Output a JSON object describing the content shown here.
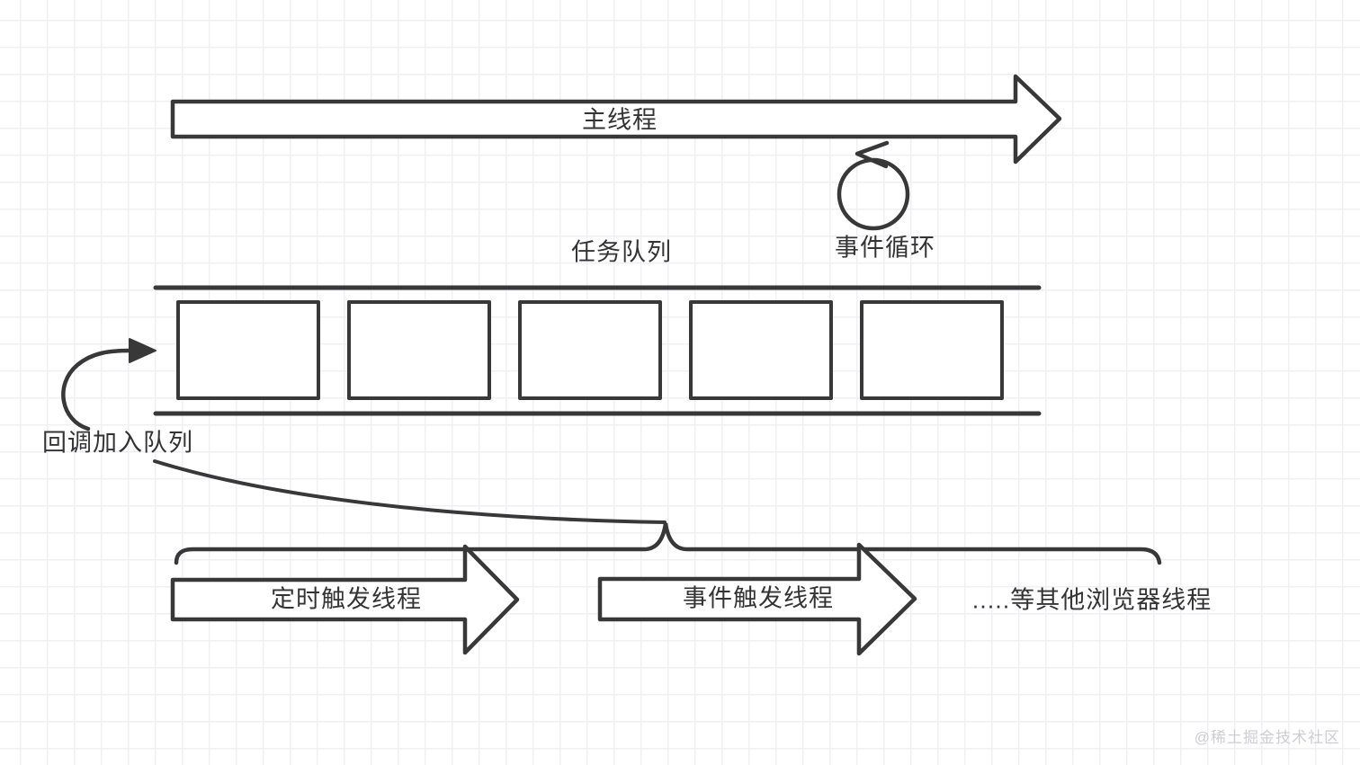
{
  "labels": {
    "main_thread": "主线程",
    "task_queue": "任务队列",
    "event_loop": "事件循环",
    "callback_to_queue": "回调加入队列",
    "timer_thread": "定时触发线程",
    "event_trigger_thread": "事件触发线程",
    "other_threads": ".....等其他浏览器线程",
    "watermark": "@稀土掘金技术社区"
  },
  "queue": {
    "slot_count": 5
  },
  "colors": {
    "stroke": "#383838",
    "grid_line": "#f0f0f4",
    "background": "#ffffff",
    "watermark": "#cdcdd3"
  }
}
